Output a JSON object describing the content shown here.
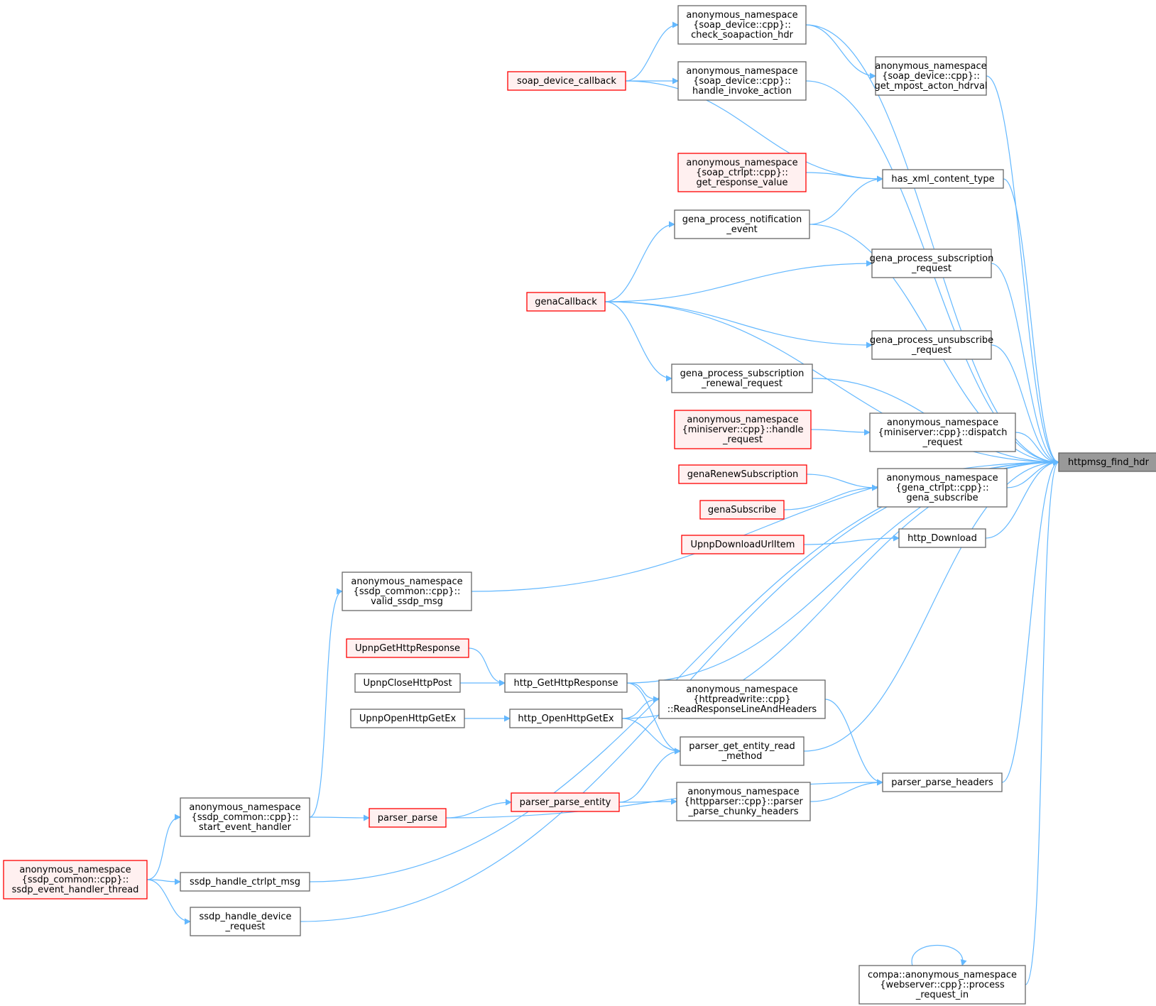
{
  "diagram": {
    "type": "call-graph",
    "colors": {
      "edge": "#63b8ff",
      "node_border": "#666666",
      "node_fill": "#ffffff",
      "incomplete_border": "#ff0000",
      "incomplete_fill": "#fff0f0",
      "target_fill": "#999999",
      "target_border": "#666666"
    },
    "nodes": [
      {
        "id": "target",
        "style": "target",
        "lines": [
          "httpmsg_find_hdr"
        ]
      },
      {
        "id": "check_soap",
        "style": "normal",
        "lines": [
          "anonymous_namespace",
          "{soap_device::cpp}::",
          "check_soapaction_hdr"
        ]
      },
      {
        "id": "get_mpost",
        "style": "normal",
        "lines": [
          "anonymous_namespace",
          "{soap_device::cpp}::",
          "get_mpost_acton_hdrval"
        ]
      },
      {
        "id": "soap_cb",
        "style": "incomplete",
        "lines": [
          "soap_device_callback"
        ]
      },
      {
        "id": "handle_invoke",
        "style": "normal",
        "lines": [
          "anonymous_namespace",
          "{soap_device::cpp}::",
          "handle_invoke_action"
        ]
      },
      {
        "id": "get_resp",
        "style": "incomplete",
        "lines": [
          "anonymous_namespace",
          "{soap_ctrlpt::cpp}::",
          "get_response_value"
        ]
      },
      {
        "id": "has_xml",
        "style": "normal",
        "lines": [
          "has_xml_content_type"
        ]
      },
      {
        "id": "gena_notif",
        "style": "normal",
        "lines": [
          "gena_process_notification",
          "_event"
        ]
      },
      {
        "id": "gena_sub_req",
        "style": "normal",
        "lines": [
          "gena_process_subscription",
          "_request"
        ]
      },
      {
        "id": "gena_cb",
        "style": "incomplete",
        "lines": [
          "genaCallback"
        ]
      },
      {
        "id": "gena_unsub",
        "style": "normal",
        "lines": [
          "gena_process_unsubscribe",
          "_request"
        ]
      },
      {
        "id": "gena_renew_req",
        "style": "normal",
        "lines": [
          "gena_process_subscription",
          "_renewal_request"
        ]
      },
      {
        "id": "mini_handle",
        "style": "incomplete",
        "lines": [
          "anonymous_namespace",
          "{miniserver::cpp}::handle",
          "_request"
        ]
      },
      {
        "id": "mini_dispatch",
        "style": "normal",
        "lines": [
          "anonymous_namespace",
          "{miniserver::cpp}::dispatch",
          "_request"
        ]
      },
      {
        "id": "gena_renew_sub",
        "style": "incomplete",
        "lines": [
          "genaRenewSubscription"
        ]
      },
      {
        "id": "gena_subscribe",
        "style": "normal",
        "lines": [
          "anonymous_namespace",
          "{gena_ctrlpt::cpp}::",
          "gena_subscribe"
        ]
      },
      {
        "id": "genaSubscribe",
        "style": "incomplete",
        "lines": [
          "genaSubscribe"
        ]
      },
      {
        "id": "upnp_dl",
        "style": "incomplete",
        "lines": [
          "UpnpDownloadUrlItem"
        ]
      },
      {
        "id": "http_dl",
        "style": "normal",
        "lines": [
          "http_Download"
        ]
      },
      {
        "id": "valid_ssdp",
        "style": "normal",
        "lines": [
          "anonymous_namespace",
          "{ssdp_common::cpp}::",
          "valid_ssdp_msg"
        ]
      },
      {
        "id": "upnp_get_resp",
        "style": "incomplete",
        "lines": [
          "UpnpGetHttpResponse"
        ]
      },
      {
        "id": "upnp_close",
        "style": "normal",
        "lines": [
          "UpnpCloseHttpPost"
        ]
      },
      {
        "id": "http_get_resp",
        "style": "normal",
        "lines": [
          "http_GetHttpResponse"
        ]
      },
      {
        "id": "read_resp",
        "style": "normal",
        "lines": [
          "anonymous_namespace",
          "{httpreadwrite::cpp}",
          "::ReadResponseLineAndHeaders"
        ]
      },
      {
        "id": "upnp_open",
        "style": "normal",
        "lines": [
          "UpnpOpenHttpGetEx"
        ]
      },
      {
        "id": "http_open",
        "style": "normal",
        "lines": [
          "http_OpenHttpGetEx"
        ]
      },
      {
        "id": "parser_get_entity",
        "style": "normal",
        "lines": [
          "parser_get_entity_read",
          "_method"
        ]
      },
      {
        "id": "parser_headers",
        "style": "normal",
        "lines": [
          "parser_parse_headers"
        ]
      },
      {
        "id": "start_event",
        "style": "normal",
        "lines": [
          "anonymous_namespace",
          "{ssdp_common::cpp}::",
          "start_event_handler"
        ]
      },
      {
        "id": "parser_parse",
        "style": "incomplete",
        "lines": [
          "parser_parse"
        ]
      },
      {
        "id": "parser_entity",
        "style": "incomplete",
        "lines": [
          "parser_parse_entity"
        ]
      },
      {
        "id": "chunky",
        "style": "normal",
        "lines": [
          "anonymous_namespace",
          "{httpparser::cpp}::parser",
          "_parse_chunky_headers"
        ]
      },
      {
        "id": "ssdp_thread",
        "style": "incomplete",
        "lines": [
          "anonymous_namespace",
          "{ssdp_common::cpp}::",
          "ssdp_event_handler_thread"
        ]
      },
      {
        "id": "ssdp_ctrlpt",
        "style": "normal",
        "lines": [
          "ssdp_handle_ctrlpt_msg"
        ]
      },
      {
        "id": "ssdp_device",
        "style": "normal",
        "lines": [
          "ssdp_handle_device",
          "_request"
        ]
      },
      {
        "id": "process_req",
        "style": "normal",
        "lines": [
          "compa::anonymous_namespace",
          "{webserver::cpp}::process",
          "_request_in"
        ]
      }
    ],
    "edges": [
      {
        "from": "check_soap",
        "to": "target"
      },
      {
        "from": "get_mpost",
        "to": "target"
      },
      {
        "from": "handle_invoke",
        "to": "target"
      },
      {
        "from": "has_xml",
        "to": "target"
      },
      {
        "from": "gena_notif",
        "to": "target"
      },
      {
        "from": "gena_sub_req",
        "to": "target"
      },
      {
        "from": "gena_cb",
        "to": "target"
      },
      {
        "from": "gena_unsub",
        "to": "target"
      },
      {
        "from": "gena_renew_req",
        "to": "target"
      },
      {
        "from": "mini_dispatch",
        "to": "target"
      },
      {
        "from": "gena_subscribe",
        "to": "target"
      },
      {
        "from": "http_dl",
        "to": "target"
      },
      {
        "from": "valid_ssdp",
        "to": "target"
      },
      {
        "from": "http_get_resp",
        "to": "target"
      },
      {
        "from": "http_open",
        "to": "target"
      },
      {
        "from": "parser_get_entity",
        "to": "target"
      },
      {
        "from": "parser_headers",
        "to": "target"
      },
      {
        "from": "ssdp_ctrlpt",
        "to": "target"
      },
      {
        "from": "ssdp_device",
        "to": "target"
      },
      {
        "from": "process_req",
        "to": "target"
      },
      {
        "from": "check_soap",
        "to": "get_mpost"
      },
      {
        "from": "soap_cb",
        "to": "check_soap"
      },
      {
        "from": "soap_cb",
        "to": "handle_invoke"
      },
      {
        "from": "soap_cb",
        "to": "has_xml"
      },
      {
        "from": "get_resp",
        "to": "has_xml"
      },
      {
        "from": "gena_notif",
        "to": "has_xml"
      },
      {
        "from": "gena_cb",
        "to": "gena_notif"
      },
      {
        "from": "gena_cb",
        "to": "gena_sub_req"
      },
      {
        "from": "gena_cb",
        "to": "gena_unsub"
      },
      {
        "from": "gena_cb",
        "to": "gena_renew_req"
      },
      {
        "from": "mini_handle",
        "to": "mini_dispatch"
      },
      {
        "from": "gena_renew_sub",
        "to": "gena_subscribe"
      },
      {
        "from": "genaSubscribe",
        "to": "gena_subscribe"
      },
      {
        "from": "upnp_dl",
        "to": "http_dl"
      },
      {
        "from": "start_event",
        "to": "valid_ssdp"
      },
      {
        "from": "upnp_get_resp",
        "to": "http_get_resp"
      },
      {
        "from": "upnp_close",
        "to": "http_get_resp"
      },
      {
        "from": "http_get_resp",
        "to": "read_resp"
      },
      {
        "from": "http_get_resp",
        "to": "parser_get_entity"
      },
      {
        "from": "upnp_open",
        "to": "http_open"
      },
      {
        "from": "http_open",
        "to": "read_resp"
      },
      {
        "from": "http_open",
        "to": "parser_get_entity"
      },
      {
        "from": "read_resp",
        "to": "parser_headers"
      },
      {
        "from": "parser_entity",
        "to": "parser_get_entity"
      },
      {
        "from": "parser_entity",
        "to": "chunky"
      },
      {
        "from": "chunky",
        "to": "parser_headers"
      },
      {
        "from": "parser_parse",
        "to": "parser_entity"
      },
      {
        "from": "parser_parse",
        "to": "parser_headers"
      },
      {
        "from": "start_event",
        "to": "parser_parse"
      },
      {
        "from": "ssdp_thread",
        "to": "start_event"
      },
      {
        "from": "ssdp_thread",
        "to": "ssdp_ctrlpt"
      },
      {
        "from": "ssdp_thread",
        "to": "ssdp_device"
      },
      {
        "from": "process_req",
        "to": "process_req"
      }
    ]
  }
}
